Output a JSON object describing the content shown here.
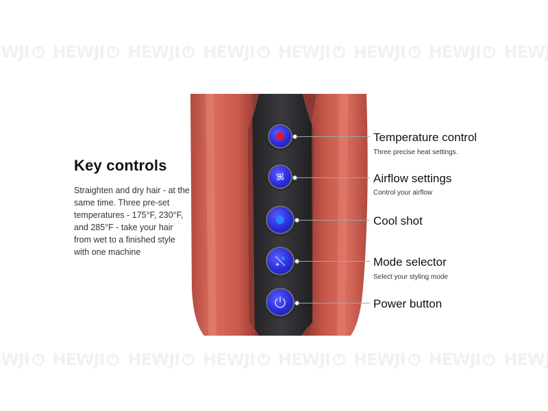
{
  "watermark": {
    "logo_text": "HEWJI"
  },
  "intro": {
    "title": "Key controls",
    "description": "Straighten and dry hair - at the same time. Three pre-set temperatures - 175°F, 230°F, and 285°F - take your hair from wet to a finished style with one machine"
  },
  "controls": [
    {
      "label": "Temperature control",
      "sublabel": "Three precise heat settings.",
      "icon": "red-dot-icon"
    },
    {
      "label": "Airflow settings",
      "sublabel": "Control your airflow",
      "icon": "fan-icon"
    },
    {
      "label": "Cool shot",
      "sublabel": "",
      "icon": "blue-dot-icon"
    },
    {
      "label": "Mode selector",
      "sublabel": "Select your styling mode",
      "icon": "sparkle-icon"
    },
    {
      "label": "Power button",
      "sublabel": "",
      "icon": "power-icon"
    }
  ],
  "colors": {
    "body_copper": "#c45a4c",
    "panel_dark": "#2f2f33",
    "button_blue": "#2a2cd8",
    "temp_red": "#e01a2c"
  }
}
